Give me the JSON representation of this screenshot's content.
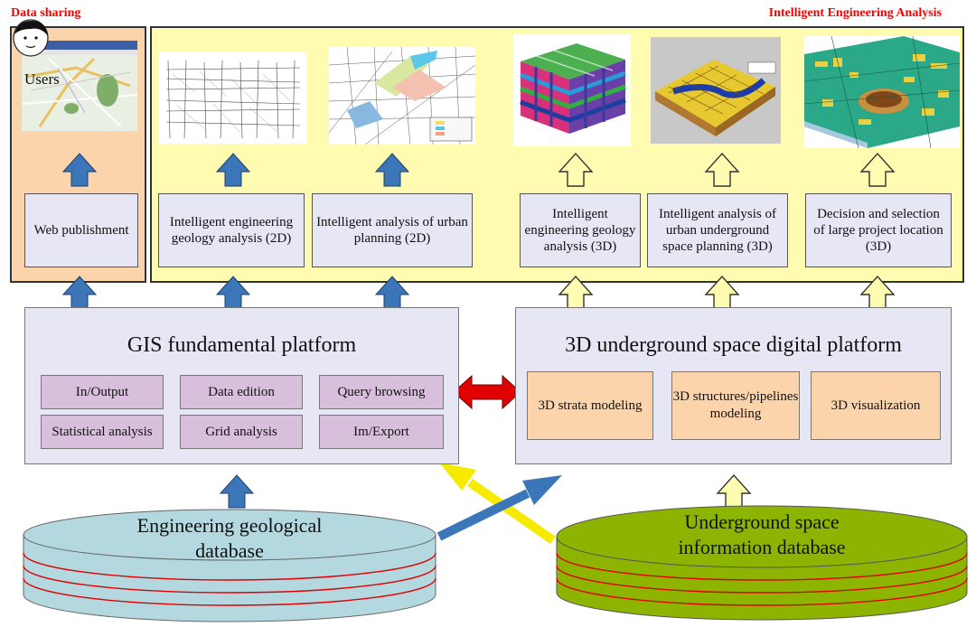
{
  "headers": {
    "data_sharing": "Data sharing",
    "intelligent_analysis": "Intelligent Engineering Analysis"
  },
  "users_label": "Users",
  "boxes": {
    "web": "Web publishment",
    "geo2d": "Intelligent engineering geology analysis (2D)",
    "urban2d": "Intelligent analysis of urban planning (2D)",
    "geo3d": "Intelligent engineering geology analysis (3D)",
    "underground3d": "Intelligent analysis of urban underground space planning (3D)",
    "decision3d": "Decision and selection of large project location (3D)"
  },
  "gis": {
    "title": "GIS fundamental platform",
    "cells": [
      "In/Output",
      "Data edition",
      "Query browsing",
      "Statistical analysis",
      "Grid analysis",
      "Im/Export"
    ]
  },
  "digital3d": {
    "title": "3D underground space digital platform",
    "cells": [
      "3D strata modeling",
      "3D structures/pipelines modeling",
      "3D visualization"
    ]
  },
  "databases": {
    "engineering": "Engineering geological database",
    "underground": "Underground space information database"
  },
  "colors": {
    "blue_arrow": "#3a76b8",
    "yellow_arrow_fill": "#fffbb0",
    "yellow_diag": "#f5ea00",
    "red_arrow": "#e00000",
    "orange_panel": "#fcd4ac",
    "yellow_panel": "#fffbb0",
    "db_blue": "#b4d8e0",
    "db_green": "#8cb400"
  }
}
